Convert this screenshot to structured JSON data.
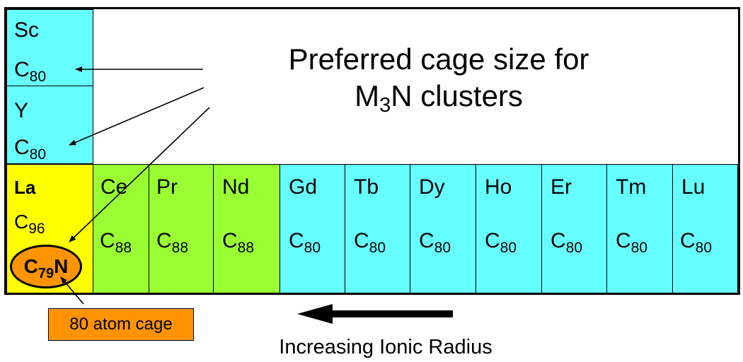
{
  "title": {
    "line1": "Preferred cage size for",
    "line2_prefix": "M",
    "line2_sub": "3",
    "line2_suffix": "N clusters"
  },
  "colors": {
    "cyan": "#66ffff",
    "yellow": "#ffff00",
    "green": "#99ff33",
    "orange": "#ff9400"
  },
  "top_cells": [
    {
      "symbol": "Sc",
      "cage_base": "C",
      "cage_sub": "80",
      "color": "#66ffff"
    },
    {
      "symbol": "Y",
      "cage_base": "C",
      "cage_sub": "80",
      "color": "#66ffff"
    }
  ],
  "la_cell": {
    "symbol": "La",
    "cage_base": "C",
    "cage_sub": "96",
    "color": "#ffff00",
    "highlight": {
      "prefix": "C",
      "sub": "79",
      "suffix": "N",
      "color": "#ff9400"
    }
  },
  "row_cells": [
    {
      "symbol": "Ce",
      "cage_base": "C",
      "cage_sub": "88",
      "color": "#99ff33"
    },
    {
      "symbol": "Pr",
      "cage_base": "C",
      "cage_sub": "88",
      "color": "#99ff33"
    },
    {
      "symbol": "Nd",
      "cage_base": "C",
      "cage_sub": "88",
      "color": "#99ff33"
    },
    {
      "symbol": "Gd",
      "cage_base": "C",
      "cage_sub": "80",
      "color": "#66ffff"
    },
    {
      "symbol": "Tb",
      "cage_base": "C",
      "cage_sub": "80",
      "color": "#66ffff"
    },
    {
      "symbol": "Dy",
      "cage_base": "C",
      "cage_sub": "80",
      "color": "#66ffff"
    },
    {
      "symbol": "Ho",
      "cage_base": "C",
      "cage_sub": "80",
      "color": "#66ffff"
    },
    {
      "symbol": "Er",
      "cage_base": "C",
      "cage_sub": "80",
      "color": "#66ffff"
    },
    {
      "symbol": "Tm",
      "cage_base": "C",
      "cage_sub": "80",
      "color": "#66ffff"
    },
    {
      "symbol": "Lu",
      "cage_base": "C",
      "cage_sub": "80",
      "color": "#66ffff"
    }
  ],
  "note": {
    "label": "80 atom cage",
    "color": "#ff9400"
  },
  "trend": {
    "label": "Increasing Ionic Radius",
    "direction": "left"
  }
}
